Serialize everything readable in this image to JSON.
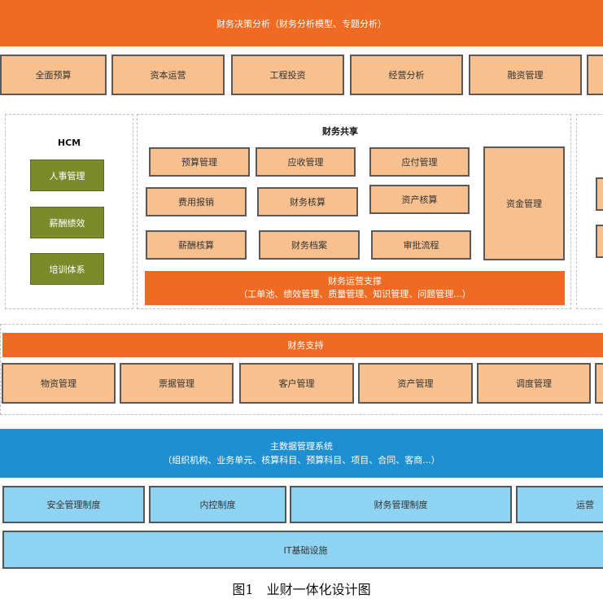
{
  "top_banner": "财务决策分析（财务分析模型、专题分析）",
  "decision_modules": [
    "全面预算",
    "资本运营",
    "工程投资",
    "经营分析",
    "融资管理"
  ],
  "hcm": {
    "title": "HCM",
    "items": [
      "人事管理",
      "薪酬绩效",
      "培训体系"
    ]
  },
  "shared": {
    "title": "财务共享",
    "modules": [
      "预算管理",
      "应收管理",
      "应付管理",
      "费用报销",
      "财务核算",
      "资产核算",
      "薪酬核算",
      "财务档案",
      "审批流程"
    ],
    "fund": "资金管理",
    "ops_line1": "财务运营支撑",
    "ops_line2": "（工单池、绩效管理、质量管理、知识管理、问题管理...）"
  },
  "support": {
    "title": "财务支持",
    "modules": [
      "物资管理",
      "票据管理",
      "客户管理",
      "资产管理",
      "调度管理"
    ]
  },
  "mdm": {
    "line1": "主数据管理系统",
    "line2": "（组织机构、业务单元、核算科目、预算科目、项目、合同、客商...）"
  },
  "rules": [
    "安全管理制度",
    "内控制度",
    "财务管理制度",
    "运营"
  ],
  "infra": "IT基础设施",
  "caption": "图1　业财一体化设计图",
  "colors": {
    "orange": "#ef6a22",
    "peach": "#f7c08e",
    "green": "#7b8a2a",
    "blue": "#1e8fd0",
    "light_blue": "#8fd3f2"
  }
}
